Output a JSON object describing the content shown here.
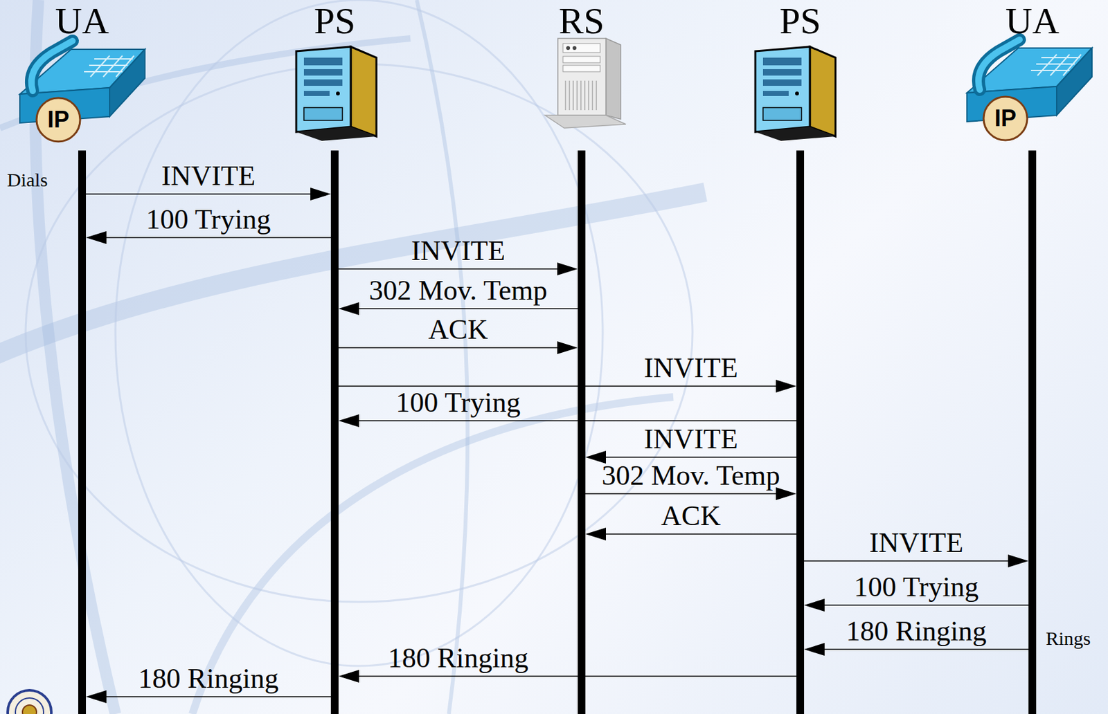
{
  "diagram": {
    "nodes": [
      {
        "text": [
          "UA"
        ]
      },
      {
        "text": [
          "PS"
        ]
      },
      {
        "text": [
          "RS"
        ]
      },
      {
        "text": [
          "PS"
        ]
      },
      {
        "text": [
          "UA"
        ]
      }
    ],
    "edges": [
      {
        "from": 0,
        "to": 1,
        "arrow": "to",
        "label": "INVITE"
      },
      {
        "from": 1,
        "to": 0,
        "arrow": "to",
        "label": "100 Trying"
      },
      {
        "from": 1,
        "to": 2,
        "arrow": "to",
        "label": "INVITE"
      },
      {
        "from": 2,
        "to": 1,
        "arrow": "to",
        "label": "302 Mov. Temp"
      },
      {
        "from": 1,
        "to": 2,
        "arrow": "to",
        "label": "ACK"
      },
      {
        "from": 1,
        "to": 3,
        "arrow": "to",
        "label": "INVITE"
      },
      {
        "from": 3,
        "to": 1,
        "arrow": "to",
        "label": "100 Trying"
      },
      {
        "from": 3,
        "to": 2,
        "arrow": "to",
        "label": "INVITE"
      },
      {
        "from": 2,
        "to": 3,
        "arrow": "to",
        "label": "302 Mov. Temp"
      },
      {
        "from": 3,
        "to": 2,
        "arrow": "to",
        "label": "ACK"
      },
      {
        "from": 3,
        "to": 4,
        "arrow": "to",
        "label": "INVITE"
      },
      {
        "from": 4,
        "to": 3,
        "arrow": "to",
        "label": "100 Trying"
      },
      {
        "from": 4,
        "to": 3,
        "arrow": "to",
        "label": "180 Ringing"
      },
      {
        "from": 3,
        "to": 1,
        "arrow": "to",
        "label": "180 Ringing"
      },
      {
        "from": 1,
        "to": 0,
        "arrow": "to",
        "label": "180 Ringing"
      }
    ],
    "labels": [
      "IP",
      "IP",
      "Dials",
      "Rings"
    ]
  }
}
